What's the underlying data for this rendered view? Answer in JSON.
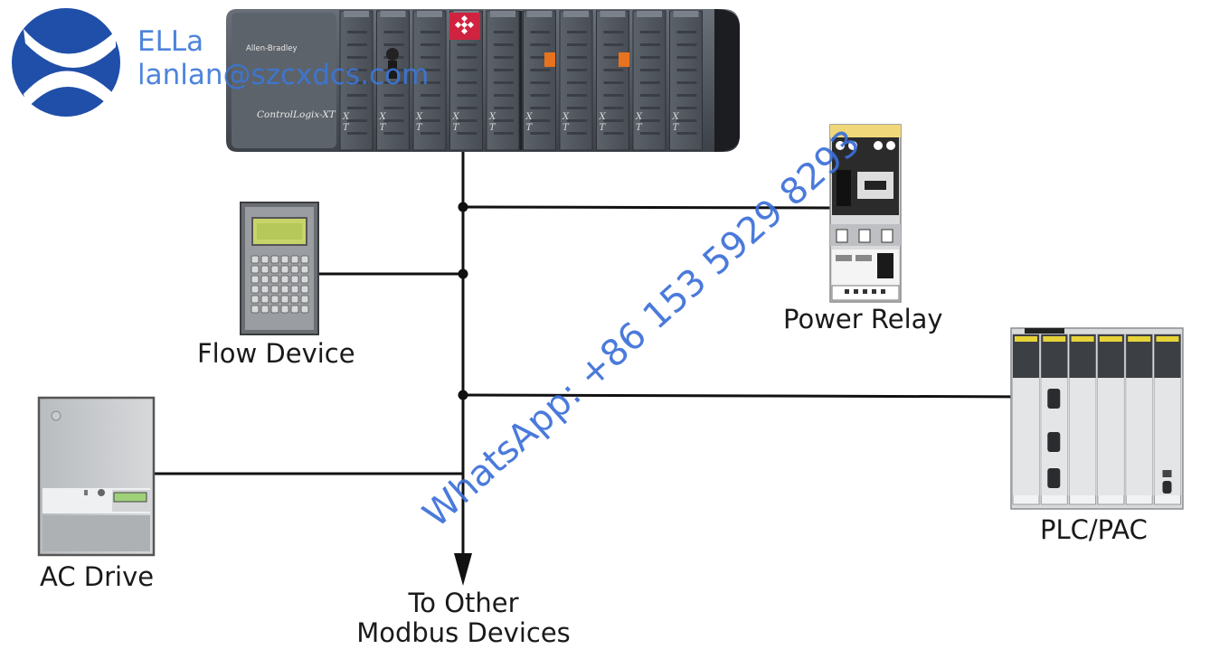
{
  "devices": {
    "controller": {
      "brand": "Allen-Bradley",
      "model": "ControlLogix-XT",
      "slot_mark": "X T"
    },
    "flow_device": {
      "label": "Flow Device"
    },
    "power_relay": {
      "label": "Power Relay"
    },
    "plc_pac": {
      "label": "PLC/PAC"
    },
    "ac_drive": {
      "label": "AC Drive"
    }
  },
  "bus": {
    "label_line1": "To Other",
    "label_line2": "Modbus Devices"
  },
  "watermark": {
    "name": "ELLa",
    "email": "lanlan@szcxdcs.com",
    "whatsapp": "WhatsApp: +86  153 5929 8293"
  },
  "colors": {
    "watermark": "#3b77d8",
    "wire": "#111111",
    "chassis": "#4a4f57",
    "logo": "#1f4fa8"
  }
}
